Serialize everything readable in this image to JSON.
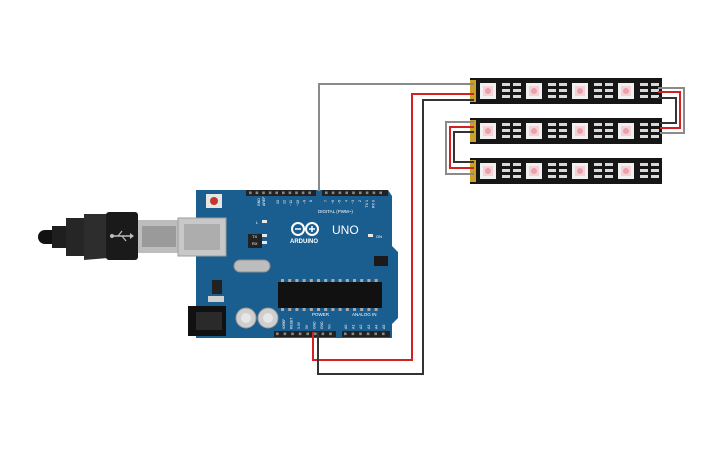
{
  "board": {
    "brand": "ARDUINO",
    "model": "UNO",
    "header_digital": "DIGITAL (PWM~)",
    "header_power": "POWER",
    "header_analog": "ANALOG IN",
    "label_aref": "AREF",
    "label_gnd": "GND",
    "label_l": "L",
    "label_tx": "TX",
    "label_rx": "RX",
    "label_on": "ON",
    "label_ioref": "IOREF",
    "label_reset": "RESET",
    "label_3v3": "3.3V",
    "label_5v": "5V",
    "label_vin": "Vin",
    "digital_pins": [
      "13",
      "12",
      "~11",
      "~10",
      "~9",
      "8",
      "7",
      "~6",
      "~5",
      "4",
      "~3",
      "2",
      "TX 1",
      "RX 0"
    ],
    "analog_pins": [
      "A0",
      "A1",
      "A2",
      "A3",
      "A4",
      "A5"
    ],
    "colors": {
      "pcb": "#1a5d8f",
      "pcb_dark": "#154e78",
      "header": "#222222"
    }
  },
  "usb_cable": {
    "icon": "usb-icon",
    "color": "#1a1a1a"
  },
  "led_strips": [
    {
      "name": "strip-1",
      "leds": 4
    },
    {
      "name": "strip-2",
      "leds": 4
    },
    {
      "name": "strip-3",
      "leds": 4
    }
  ],
  "wires": {
    "data": {
      "color": "#8a8a8a"
    },
    "power": {
      "color": "#d32020"
    },
    "ground": {
      "color": "#333333"
    }
  }
}
